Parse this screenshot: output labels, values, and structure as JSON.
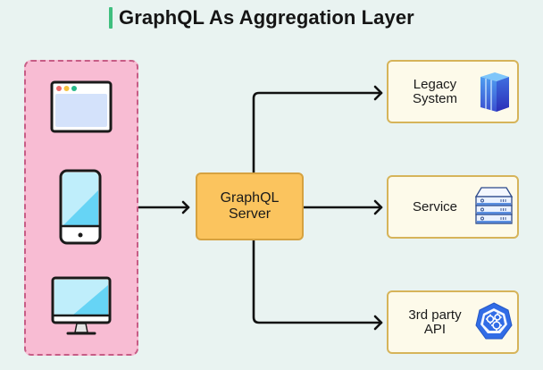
{
  "title": "GraphQL As Aggregation Layer",
  "colors": {
    "background": "#e9f3f1",
    "title_accent": "#3fbf7f",
    "clients_fill": "#f8bcd3",
    "clients_border": "#c75d86",
    "server_fill": "#fbc45e",
    "server_border": "#d6a240",
    "target_fill": "#fdfaea",
    "target_border": "#d6b45a",
    "arrow": "#111111"
  },
  "clients": [
    {
      "name": "web-browser",
      "icon": "browser-window-icon"
    },
    {
      "name": "mobile-phone",
      "icon": "smartphone-icon"
    },
    {
      "name": "desktop",
      "icon": "desktop-monitor-icon"
    }
  ],
  "server": {
    "label": "GraphQL\nServer"
  },
  "targets": [
    {
      "label": "Legacy\nSystem",
      "icon": "database-cube-icon"
    },
    {
      "label": "Service",
      "icon": "server-rack-icon"
    },
    {
      "label": "3rd party\nAPI",
      "icon": "kubernetes-gears-icon"
    }
  ]
}
